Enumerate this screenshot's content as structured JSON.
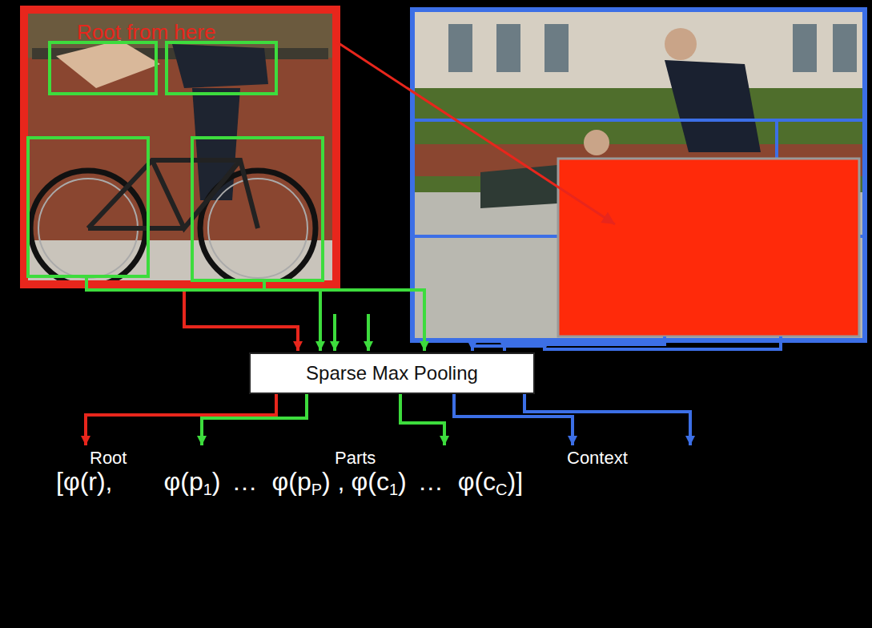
{
  "diagram": {
    "nodes": [
      {
        "text": [
          "Sparse Max Pooling"
        ]
      }
    ],
    "labels": [
      "Root from here",
      "Root",
      "Parts",
      "Context",
      "[φ(r),",
      "φ(p",
      "1",
      ")",
      "…",
      "φ(p",
      "P",
      ") ,",
      "φ(c",
      "1",
      ")",
      "…",
      "φ(c",
      "C",
      ")]"
    ]
  }
}
